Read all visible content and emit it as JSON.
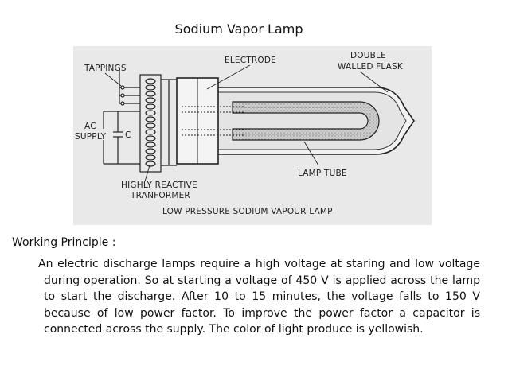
{
  "title": "Sodium Vapor Lamp",
  "diagram": {
    "labels": {
      "tappings": "TAPPINGS",
      "electrode": "ELECTRODE",
      "double_walled_flask_1": "DOUBLE",
      "double_walled_flask_2": "WALLED FLASK",
      "ac_supply_1": "AC",
      "ac_supply_2": "SUPPLY",
      "capacitor": "C",
      "lamp_tube": "LAMP TUBE",
      "highly_reactive_1": "HIGHLY REACTIVE",
      "highly_reactive_2": "TRANFORMER",
      "caption": "LOW PRESSURE SODIUM VAPOUR LAMP"
    }
  },
  "section_heading": "Working Principle :",
  "paragraph": "An electric discharge lamps require a high voltage at staring and low voltage during operation. So at starting a voltage of 450 V is applied across the lamp to start the discharge. After 10 to 15 minutes, the voltage falls to 150 V because of low power factor. To improve the power factor a capacitor is connected across the supply. The color of light produce is yellowish."
}
